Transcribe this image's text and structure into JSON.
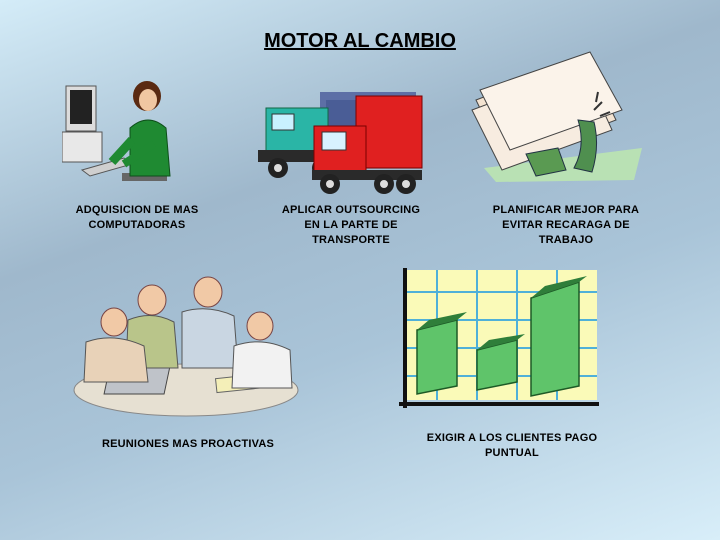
{
  "slide": {
    "title": "MOTOR AL CAMBIO",
    "items": [
      {
        "caption": "ADQUISICION DE MAS\nCOMPUTADORAS",
        "icon": "computer-user-icon"
      },
      {
        "caption": "APLICAR OUTSOURCING\nEN LA PARTE DE\nTRANSPORTE",
        "icon": "trucks-icon"
      },
      {
        "caption": "PLANIFICAR MEJOR PARA\nEVITAR RECARAGA DE\nTRABAJO",
        "icon": "paper-pile-icon"
      },
      {
        "caption": "REUNIONES MAS PROACTIVAS",
        "icon": "meeting-icon"
      },
      {
        "caption": "EXIGIR A LOS CLIENTES PAGO\nPUNTUAL",
        "icon": "money-chart-icon"
      }
    ]
  }
}
